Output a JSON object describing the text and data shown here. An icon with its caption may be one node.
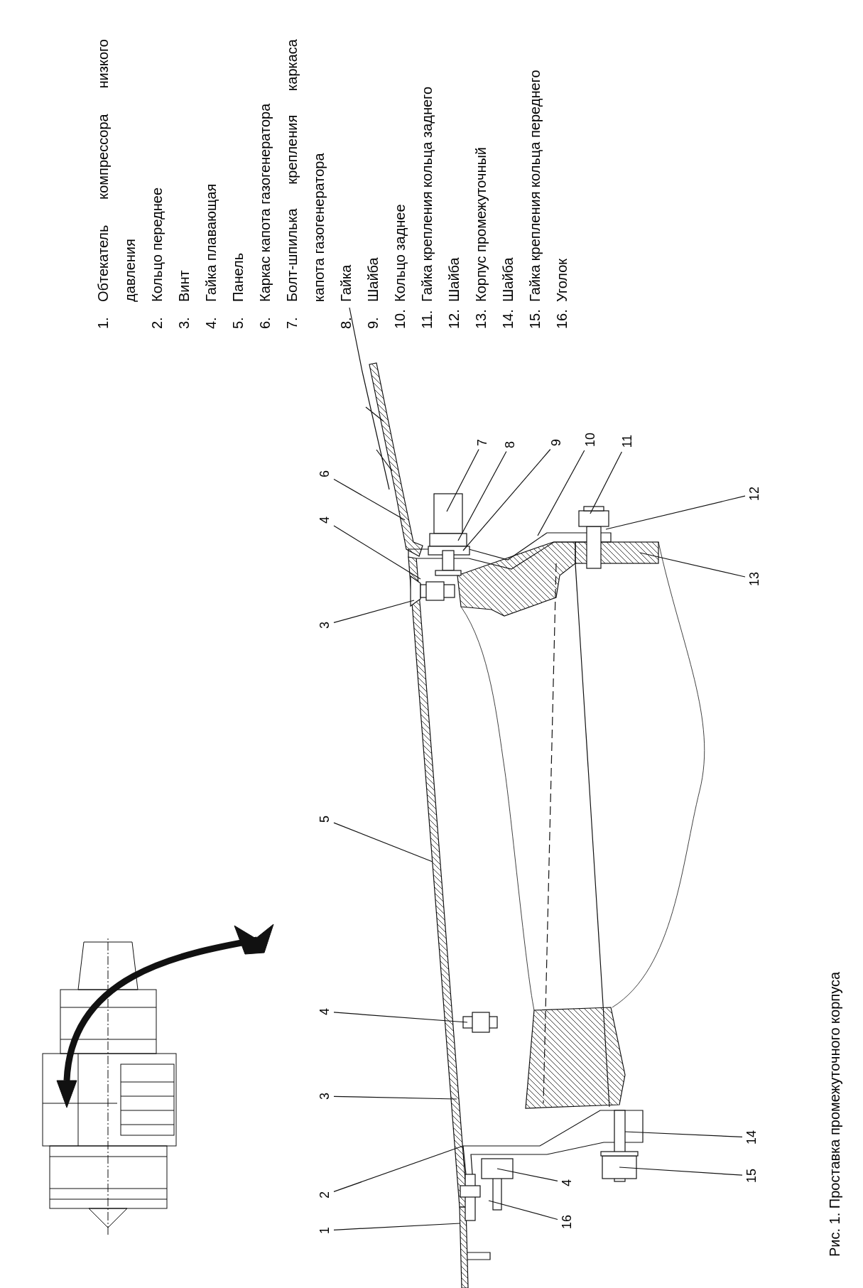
{
  "diagram": {
    "caption": "Рис. 1. Проставка промежуточного корпуса",
    "nodes": [
      {
        "text": [
          "1"
        ]
      },
      {
        "text": [
          "2"
        ]
      },
      {
        "text": [
          "3"
        ]
      },
      {
        "text": [
          "4"
        ]
      },
      {
        "text": [
          "5"
        ]
      },
      {
        "text": [
          "3"
        ]
      },
      {
        "text": [
          "4"
        ]
      },
      {
        "text": [
          "6"
        ]
      },
      {
        "text": [
          "7"
        ]
      },
      {
        "text": [
          "8"
        ]
      },
      {
        "text": [
          "9"
        ]
      },
      {
        "text": [
          "10"
        ]
      },
      {
        "text": [
          "11"
        ]
      },
      {
        "text": [
          "12"
        ]
      },
      {
        "text": [
          "13"
        ]
      },
      {
        "text": [
          "16"
        ]
      },
      {
        "text": [
          "4"
        ]
      },
      {
        "text": [
          "15"
        ]
      },
      {
        "text": [
          "14"
        ]
      }
    ],
    "edges": [
      {
        "from": 0,
        "to": null,
        "arrow": "none"
      },
      {
        "from": 1,
        "to": null,
        "arrow": "none"
      },
      {
        "from": 2,
        "to": null,
        "arrow": "none"
      },
      {
        "from": 3,
        "to": null,
        "arrow": "none"
      },
      {
        "from": 4,
        "to": null,
        "arrow": "none"
      },
      {
        "from": 5,
        "to": null,
        "arrow": "none"
      },
      {
        "from": 6,
        "to": null,
        "arrow": "none"
      },
      {
        "from": 7,
        "to": null,
        "arrow": "none"
      },
      {
        "from": 8,
        "to": null,
        "arrow": "none"
      },
      {
        "from": 9,
        "to": null,
        "arrow": "none"
      },
      {
        "from": 10,
        "to": null,
        "arrow": "none"
      },
      {
        "from": 11,
        "to": null,
        "arrow": "none"
      },
      {
        "from": 12,
        "to": null,
        "arrow": "none"
      },
      {
        "from": 13,
        "to": null,
        "arrow": "none"
      },
      {
        "from": 14,
        "to": null,
        "arrow": "none"
      },
      {
        "from": 15,
        "to": null,
        "arrow": "none"
      },
      {
        "from": 16,
        "to": null,
        "arrow": "none"
      },
      {
        "from": 17,
        "to": null,
        "arrow": "none"
      },
      {
        "from": 18,
        "to": null,
        "arrow": "none"
      }
    ],
    "labels": [
      "1.",
      "Обтекатель компрессора низкого давления",
      "2.",
      "Кольцо переднее",
      "3.",
      "Винт",
      "4.",
      "Гайка плавающая",
      "5.",
      "Панель",
      "6.",
      "Каркас капота газогенератора",
      "7.",
      "Болт-шпилька крепления каркаса капота газогенератора",
      "8.",
      "Гайка",
      "9.",
      "Шайба",
      "10.",
      "Кольцо заднее",
      "11.",
      "Гайка крепления кольца заднего",
      "12.",
      "Шайба",
      "13.",
      "Корпус промежуточный",
      "14.",
      "Шайба",
      "15.",
      "Гайка крепления кольца переднего",
      "16.",
      "Уголок"
    ]
  }
}
